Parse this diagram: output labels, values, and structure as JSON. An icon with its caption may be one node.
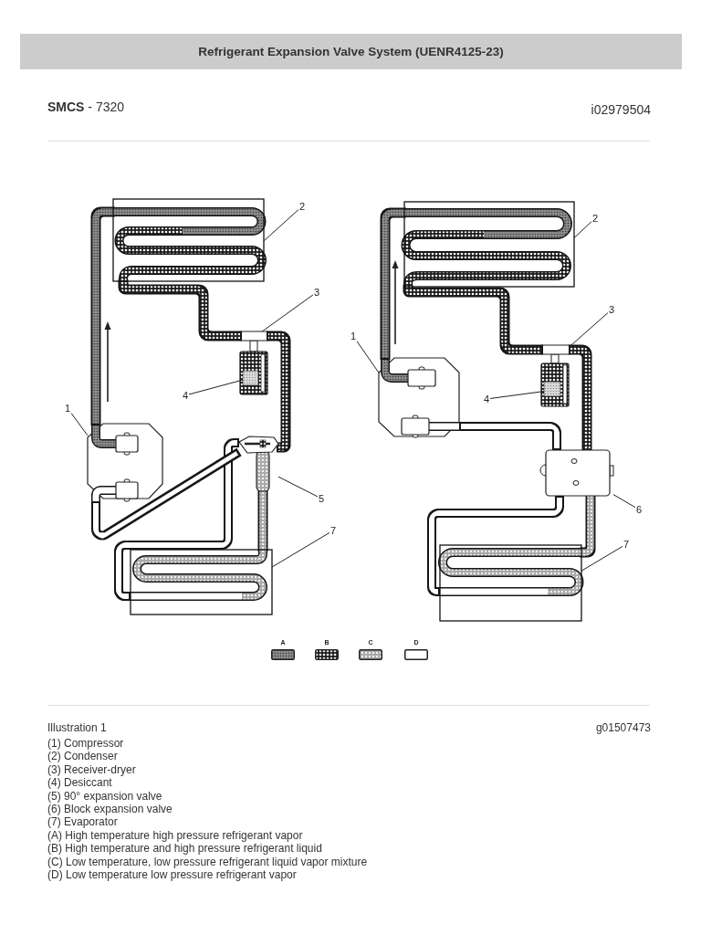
{
  "diagram": {
    "title": "Refrigerant Expansion Valve System (UENR4125-23)",
    "caption": "Illustration 1",
    "nodes": [
      {
        "text": [
          "2"
        ]
      },
      {
        "text": [
          "3"
        ]
      },
      {
        "text": [
          "4"
        ]
      },
      {
        "text": [
          "1"
        ]
      },
      {
        "text": [
          "5"
        ]
      },
      {
        "text": [
          "7"
        ]
      },
      {
        "text": [
          "2"
        ]
      },
      {
        "text": [
          "3"
        ]
      },
      {
        "text": [
          "1"
        ]
      },
      {
        "text": [
          "4"
        ]
      },
      {
        "text": [
          "6"
        ]
      },
      {
        "text": [
          "7"
        ]
      },
      {
        "text": [],
        "shape": "box"
      },
      {
        "text": [],
        "shape": "cylinder"
      },
      {
        "text": [],
        "shape": "box",
        "in": 13
      },
      {
        "text": [],
        "shape": "picture"
      },
      {
        "text": [],
        "shape": "picture"
      },
      {
        "text": [],
        "shape": "box"
      },
      {
        "text": [],
        "shape": "box"
      },
      {
        "text": [],
        "shape": "cylinder"
      },
      {
        "text": [],
        "shape": "picture"
      },
      {
        "text": [],
        "shape": "box",
        "in": 19
      },
      {
        "text": [],
        "shape": "picture"
      },
      {
        "text": [],
        "shape": "box"
      }
    ],
    "edges": [
      {
        "from": 0,
        "to": 12,
        "arrow": "none"
      },
      {
        "from": 1,
        "to": 13,
        "arrow": "none"
      },
      {
        "from": 2,
        "to": 14,
        "arrow": "none"
      },
      {
        "from": 3,
        "to": 15,
        "arrow": "none"
      },
      {
        "from": 4,
        "to": 16,
        "arrow": "none"
      },
      {
        "from": 5,
        "to": 17,
        "arrow": "none"
      },
      {
        "from": 6,
        "to": 18,
        "arrow": "none"
      },
      {
        "from": 7,
        "to": 19,
        "arrow": "none"
      },
      {
        "from": 8,
        "to": 20,
        "arrow": "none"
      },
      {
        "from": 9,
        "to": 21,
        "arrow": "none"
      },
      {
        "from": 10,
        "to": 22,
        "arrow": "none"
      },
      {
        "from": 11,
        "to": 23,
        "arrow": "none"
      },
      {
        "from": 15,
        "to": 12,
        "arrow": "none",
        "style": "thick"
      },
      {
        "from": 12,
        "to": 13,
        "arrow": "none",
        "style": "thick"
      },
      {
        "from": 13,
        "to": 16,
        "arrow": "none",
        "style": "thick"
      },
      {
        "from": 16,
        "to": 17,
        "arrow": "none",
        "style": "thick"
      },
      {
        "from": 17,
        "to": 16,
        "arrow": "none",
        "style": "thick"
      },
      {
        "from": 16,
        "to": 15,
        "arrow": "none",
        "style": "thick"
      },
      {
        "from": 20,
        "to": 18,
        "arrow": "none",
        "style": "thick"
      },
      {
        "from": 18,
        "to": 19,
        "arrow": "none",
        "style": "thick"
      },
      {
        "from": 19,
        "to": 22,
        "arrow": "none",
        "style": "thick"
      },
      {
        "from": 22,
        "to": 23,
        "arrow": "none",
        "style": "thick"
      },
      {
        "from": 23,
        "to": 22,
        "arrow": "none",
        "style": "thick"
      },
      {
        "from": 22,
        "to": 20,
        "arrow": "none",
        "style": "thick"
      }
    ],
    "labels": [
      "**SMCS** - 7320",
      "i02979504",
      "g01507473",
      "(1) Compressor",
      "(2) Condenser",
      "(3) Receiver-dryer",
      "(4) Desiccant",
      "(5) 90° expansion valve",
      "(6) Block expansion valve",
      "(7) Evaporator",
      "(A) High temperature high pressure refrigerant vapor",
      "(B) High temperature and high pressure refrigerant liquid",
      "(C) Low temperature, low pressure refrigerant liquid vapor mixture",
      "(D) Low temperature low pressure refrigerant vapor"
    ],
    "legend": [
      {
        "text": "A"
      },
      {
        "text": "B"
      },
      {
        "text": "C"
      },
      {
        "text": "D"
      }
    ]
  }
}
